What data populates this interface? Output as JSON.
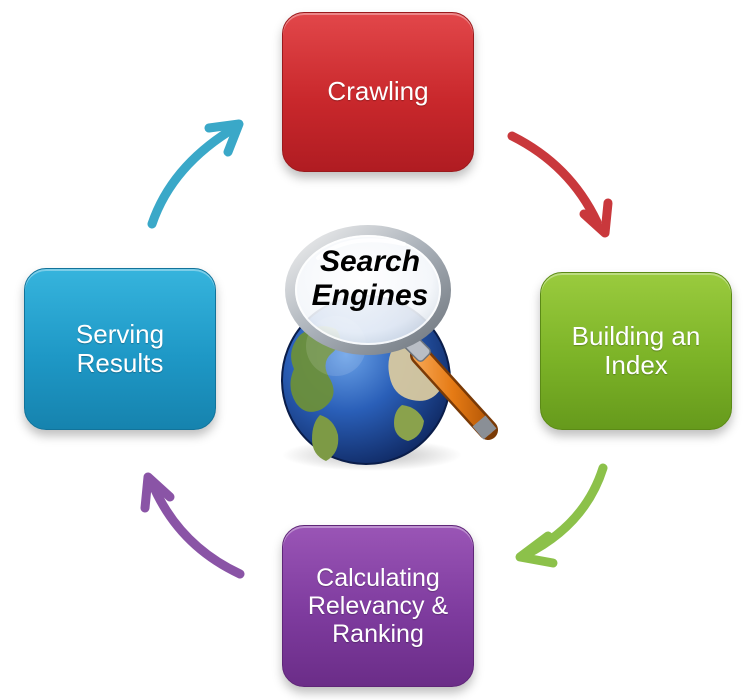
{
  "center": {
    "label": "Search\nEngines"
  },
  "steps": [
    {
      "label": "Crawling",
      "color": "#c9282c"
    },
    {
      "label": "Building an\nIndex",
      "color": "#7cb327"
    },
    {
      "label": "Calculating\nRelevancy &\nRanking",
      "color": "#7e3b9e"
    },
    {
      "label": "Serving\nResults",
      "color": "#1e98c6"
    }
  ],
  "arrows": [
    {
      "from": "Crawling",
      "to": "Building an Index",
      "color": "#c9383c"
    },
    {
      "from": "Building an Index",
      "to": "Calculating Relevancy & Ranking",
      "color": "#8cc14a"
    },
    {
      "from": "Calculating Relevancy & Ranking",
      "to": "Serving Results",
      "color": "#8a54a6"
    },
    {
      "from": "Serving Results",
      "to": "Crawling",
      "color": "#3aa8c8"
    }
  ]
}
